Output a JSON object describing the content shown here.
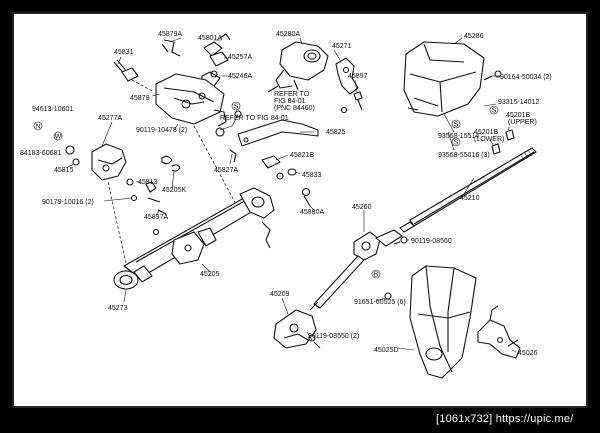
{
  "labels": {
    "p45879A": "45879A",
    "p45801A": "45801A",
    "p45280A": "45280A",
    "p45286": "45286",
    "p45831": "45831",
    "p45257A": "45257A",
    "p45271": "45271",
    "p45897": "45897",
    "p90164": "90164-50034 (2)",
    "p45878": "45878",
    "p45246A": "45246A",
    "ref1": "REFER TO",
    "ref1b": "FIG 84-01",
    "ref1c": "(PNC 84460)",
    "ref2": "REFER TO FIG 84-01",
    "p94613": "94613-10601",
    "p93315": "93315-14012",
    "p45277A": "45277A",
    "p90119a": "90119-10478 (2)",
    "p45825": "45825",
    "p45201B_lower": "45201B",
    "p45201B_lower2": "(LOWER)",
    "p45201B_upper": "45201B",
    "p45201B_upper2": "(UPPER)",
    "p93568a": "93568-15514",
    "p84183": "84183-60681",
    "p45815": "45815",
    "p45827A": "45827A",
    "p45821B": "45821B",
    "p93568b": "93568-55016 (3)",
    "p45813": "45813",
    "p45205K": "45205K",
    "p45833": "45833",
    "p45210": "45210",
    "p90179": "90179-10016 (2)",
    "p45897A": "45897A",
    "p45880A": "45880A",
    "p45260": "45260",
    "p90119b": "90119-08560",
    "p45205": "45205",
    "p45209": "45209",
    "p91651": "91651-60525 (6)",
    "p45273": "45273",
    "p90119c": "90119-08550 (2)",
    "p45025D": "45025D",
    "p45026": "45026",
    "circ_n": "N",
    "circ_w": "W",
    "circ_s1": "S",
    "circ_s2": "S",
    "circ_s3": "S",
    "circ_b": "B",
    "circ_s4": "S"
  },
  "watermark": "[1061x732] https://upic.me/"
}
